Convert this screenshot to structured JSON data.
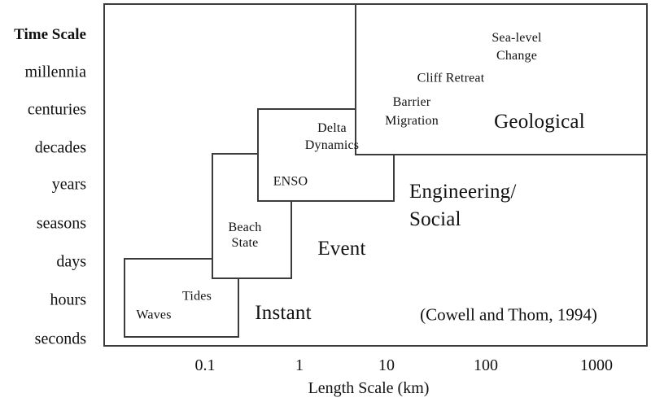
{
  "y_axis": {
    "title": "Time Scale",
    "ticks": [
      "millennia",
      "centuries",
      "decades",
      "years",
      "seasons",
      "days",
      "hours",
      "seconds"
    ]
  },
  "x_axis": {
    "title": "Length Scale (km)",
    "ticks": [
      "0.1",
      "1",
      "10",
      "100",
      "1000"
    ]
  },
  "process_boxes": {
    "waves": "Waves",
    "tides": "Tides",
    "beach_state": "Beach\nState",
    "enso": "ENSO",
    "delta_dynamics": "Delta\nDynamics",
    "sea_level_change": "Sea-level\nChange",
    "cliff_retreat": "Cliff Retreat",
    "barrier_migration": "Barrier\nMigration"
  },
  "scale_regions": {
    "instant": "Instant",
    "event": "Event",
    "engineering_social": "Engineering/\nSocial",
    "geological": "Geological"
  },
  "citation": "(Cowell and Thom, 1994)"
}
